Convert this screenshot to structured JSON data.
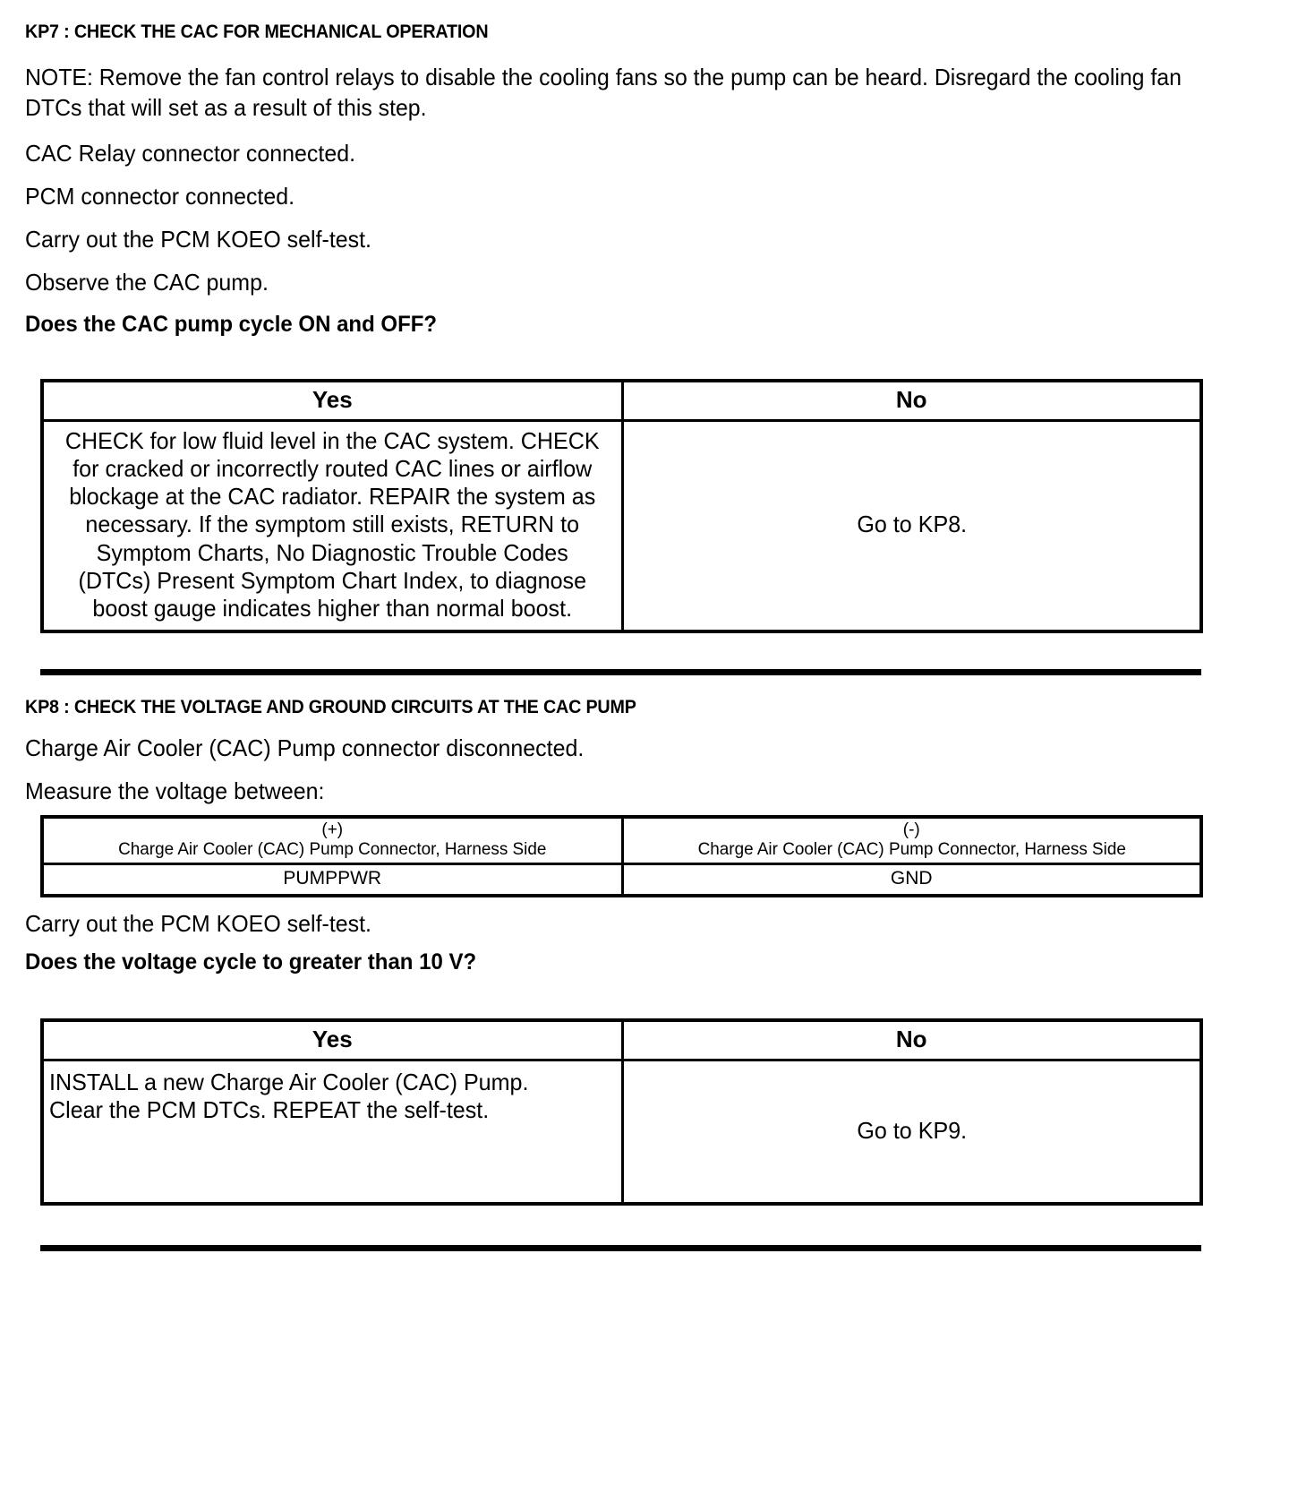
{
  "sections": [
    {
      "id": "kp7",
      "title": "KP7 : CHECK THE CAC FOR MECHANICAL OPERATION",
      "note": "NOTE: Remove the fan control relays to disable the cooling fans so the pump can be heard. Disregard the cooling fan DTCs that will set as a result of this step.",
      "steps": [
        "CAC Relay connector connected.",
        "PCM connector connected.",
        "Carry out the PCM KOEO self-test.",
        "Observe the CAC pump."
      ],
      "question": "Does the CAC pump cycle ON and OFF?",
      "table": {
        "headers": [
          "Yes",
          "No"
        ],
        "yes_cell": "CHECK for low fluid level in the CAC system. CHECK for cracked or incorrectly routed CAC lines or airflow blockage at the CAC radiator. REPAIR the system as necessary. If the symptom still exists, RETURN to Symptom Charts, No Diagnostic Trouble Codes (DTCs) Present Symptom Chart Index, to diagnose boost gauge indicates higher than normal boost.",
        "no_cell": "Go to KP8."
      }
    },
    {
      "id": "kp8",
      "title": "KP8 : CHECK THE VOLTAGE AND GROUND CIRCUITS AT THE CAC PUMP",
      "steps_before": [
        "Charge Air Cooler (CAC) Pump connector disconnected.",
        "Measure the voltage between:"
      ],
      "measure_table": {
        "positive_sign": "(+)",
        "positive_location": "Charge Air Cooler (CAC) Pump Connector, Harness Side",
        "positive_circuit": "PUMPPWR",
        "negative_sign": "(-)",
        "negative_location": "Charge Air Cooler (CAC) Pump Connector, Harness Side",
        "negative_circuit": "GND"
      },
      "steps_after": [
        "Carry out the PCM KOEO self-test."
      ],
      "question": "Does the voltage cycle to greater than 10 V?",
      "table": {
        "headers": [
          "Yes",
          "No"
        ],
        "yes_cell": "INSTALL a new Charge Air Cooler (CAC) Pump.\nClear the PCM DTCs. REPEAT the self-test.",
        "no_cell": "Go to KP9."
      }
    }
  ]
}
